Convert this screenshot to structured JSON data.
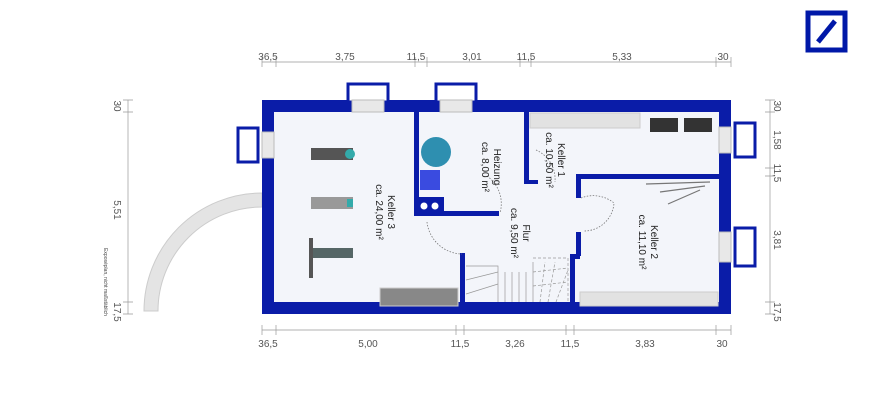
{
  "logo": {
    "name": "deutsche-bank-logo",
    "color": "#0018a8"
  },
  "colors": {
    "wall": "#0a1ca8",
    "floor": "#f3f5fa",
    "dimension": "#888888"
  },
  "rooms": [
    {
      "name": "Keller 3",
      "area": "ca. 24,00 m²"
    },
    {
      "name": "Heizung",
      "area": "ca. 8,00 m²"
    },
    {
      "name": "Keller 1",
      "area": "ca. 10,50 m²"
    },
    {
      "name": "Flur",
      "area": "ca. 9,50 m²"
    },
    {
      "name": "Keller 2",
      "area": "ca. 11,10 m²"
    }
  ],
  "dimensions": {
    "top": [
      "36,5",
      "3,75",
      "11,5",
      "3,01",
      "11,5",
      "5,33",
      "30"
    ],
    "bottom": [
      "36,5",
      "5,00",
      "11,5",
      "3,26",
      "11,5",
      "3,83",
      "30"
    ],
    "left": [
      "30",
      "5,51",
      "17,5"
    ],
    "right": [
      "30",
      "1,58",
      "11,5",
      "3,81",
      "17,5"
    ]
  },
  "note": "Exposéplan, nicht maßstäblich"
}
